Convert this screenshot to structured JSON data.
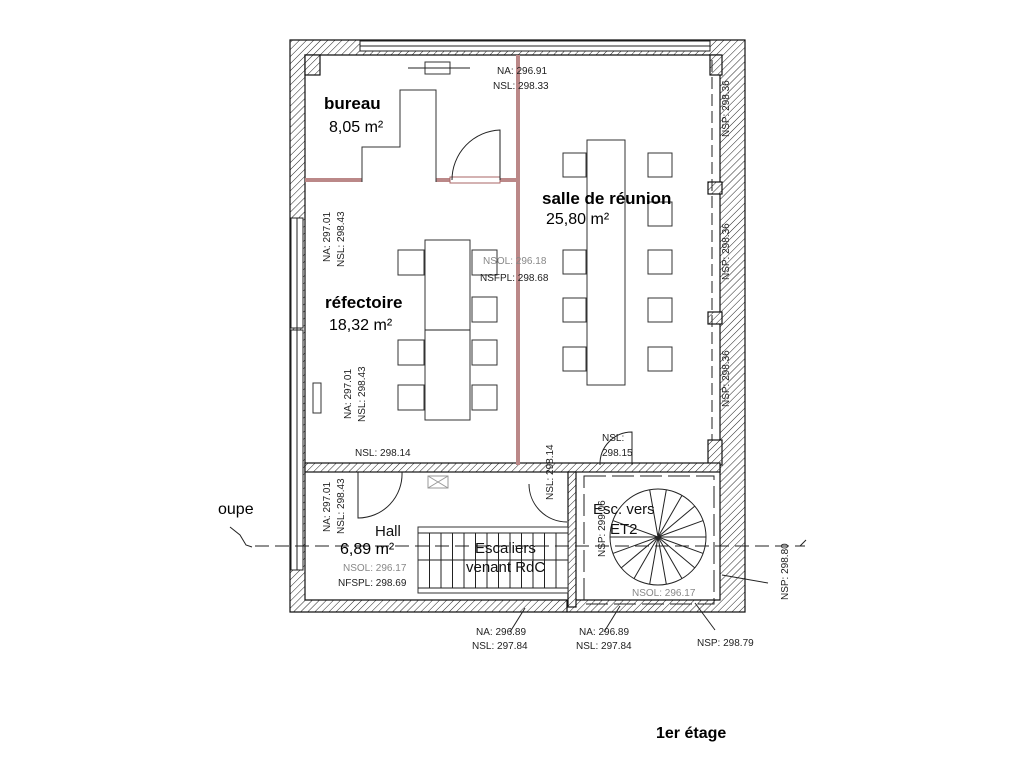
{
  "title": "1er étage",
  "coupe_label": "oupe",
  "rooms": {
    "bureau": {
      "name": "bureau",
      "area": "8,05 m²"
    },
    "salle": {
      "name": "salle de réunion",
      "area": "25,80 m²"
    },
    "refectoire": {
      "name": "réfectoire",
      "area": "18,32 m²"
    },
    "hall": {
      "name": "Hall",
      "area": "6,89 m²",
      "nsol": "NSOL: 296.17",
      "nfspl": "NFSPL: 298.69"
    }
  },
  "stairs": {
    "straight_line1": "Escaliers",
    "straight_line2": "venant RdC",
    "spiral_line1": "Esc. vers",
    "spiral_line2": "ET2",
    "spiral_nsol": "NSOL: 296.17"
  },
  "levels": {
    "top_na": "NA: 296.91",
    "top_nsl": "NSL: 298.33",
    "mid_nsol": "NSOL: 296.18",
    "mid_nsfpl": "NSFPL: 298.68",
    "right_nsp1": "NSP: 298.36",
    "right_nsp2": "NSP: 298.36",
    "right_nsp3": "NSP: 298.36",
    "left_na1": "NA: 297.01",
    "left_nsl1": "NSL: 298.43",
    "left_na2": "NA: 297.01",
    "left_nsl2": "NSL: 298.43",
    "refect_nsl": "NSL: 298.14",
    "door_nsl_a": "NSL:",
    "door_nsl_b": "298.15",
    "hall_na": "NA: 297.01",
    "hall_nsl": "NSL: 298.43",
    "hall_door_nsl": "NSL: 298.14",
    "stair_nsp": "NSP: 299.06",
    "outer_nsp": "NSP: 298.80",
    "bottom1_na": "NA: 296.89",
    "bottom1_nsl": "NSL: 297.84",
    "bottom2_na": "NA: 296.89",
    "bottom2_nsl": "NSL: 297.84",
    "bottom_nsp": "NSP: 298.79"
  }
}
